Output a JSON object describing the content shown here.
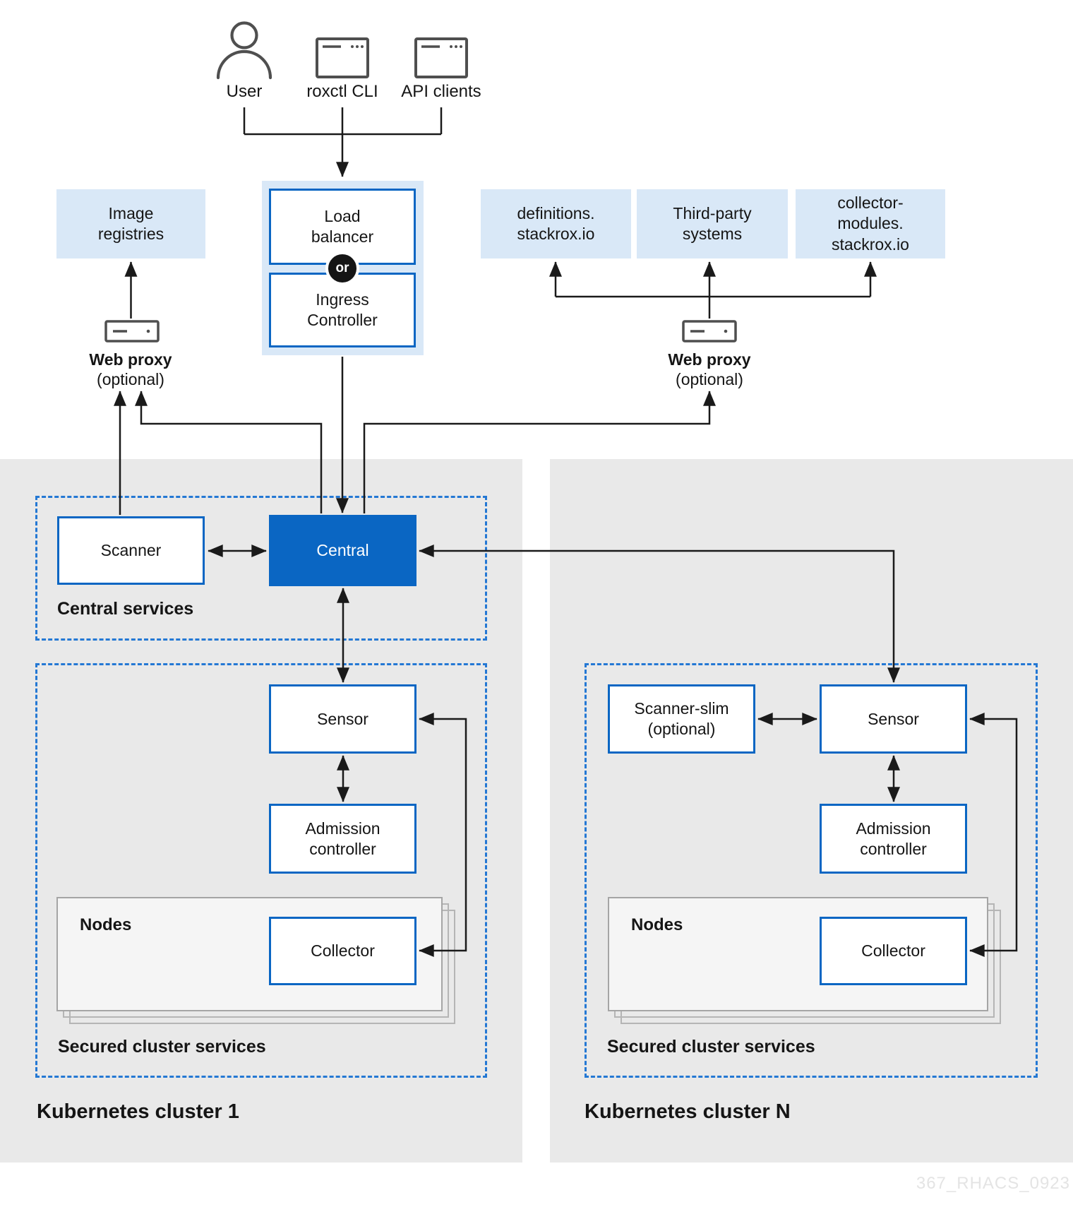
{
  "colors": {
    "blue": "#0a66c3",
    "dashed_blue": "#2478d4",
    "light_blue": "#d9e8f7",
    "panel_gray": "#e9e9e9",
    "line_black": "#1a1a1a",
    "icon_gray": "#4f4f4f"
  },
  "actors": {
    "user": "User",
    "roxctl": "roxctl CLI",
    "api": "API clients"
  },
  "gateway": {
    "load_balancer": "Load\nbalancer",
    "or": "or",
    "ingress_controller": "Ingress\nController"
  },
  "externals": {
    "image_registries": "Image\nregistries",
    "definitions": "definitions.\nstackrox.io",
    "third_party": "Third-party\nsystems",
    "collector_modules": "collector-\nmodules.\nstackrox.io"
  },
  "web_proxy": {
    "name": "Web proxy",
    "optional": "(optional)"
  },
  "central_services": {
    "title": "Central services",
    "scanner": "Scanner",
    "central": "Central"
  },
  "cluster1": {
    "title": "Kubernetes cluster 1",
    "secured_title": "Secured cluster services",
    "sensor": "Sensor",
    "admission": "Admission\ncontroller",
    "nodes": "Nodes",
    "collector": "Collector"
  },
  "clusterN": {
    "title": "Kubernetes cluster N",
    "secured_title": "Secured cluster services",
    "scanner_slim": "Scanner-slim\n(optional)",
    "sensor": "Sensor",
    "admission": "Admission\ncontroller",
    "nodes": "Nodes",
    "collector": "Collector"
  },
  "watermark": {
    "text": "367_RHACS_0923"
  }
}
